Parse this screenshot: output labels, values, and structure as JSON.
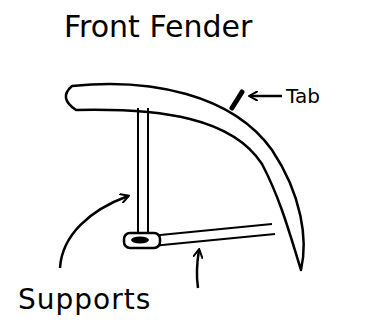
{
  "diagram": {
    "title": "Front Fender",
    "labels": [
      "Tab",
      "Supports"
    ]
  }
}
